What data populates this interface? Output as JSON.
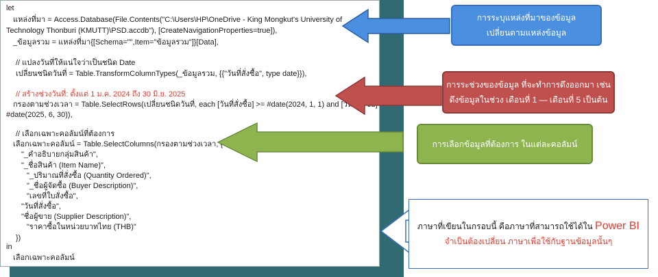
{
  "code": {
    "lines": [
      "let",
      "แหล่งที่มา = Access.Database(File.Contents(\"C:\\Users\\HP\\OneDrive - King Mongkut's University of",
      "Technology Thonburi (KMUTT)\\PSD.accdb\"), [CreateNavigationProperties=true]),",
      "_ข้อมูลรวม = แหล่งที่มา{[Schema=\"\",Item=\"ข้อมูลรวม\"]}[Data],",
      "// แปลงวันที่ให้แน่ใจว่าเป็นชนิด Date",
      "เปลี่ยนชนิดวันที่ = Table.TransformColumnTypes(_ข้อมูลรวม, {{\"วันที่สั่งซื้อ\", type date}}),",
      "// สร้างช่วงวันที่: ตั้งแต่ 1 ม.ค. 2024 ถึง 30 มิ.ย. 2025",
      "กรองตามช่วงเวลา = Table.SelectRows(เปลี่ยนชนิดวันที่, each [วันที่สั่งซื้อ] >= #date(2024, 1, 1) and [วันที่สั่งซื้อ] <=",
      "#date(2025, 6, 30)),",
      "// เลือกเฉพาะคอลัมน์ที่ต้องการ",
      "เลือกเฉพาะคอลัมน์ = Table.SelectColumns(กรองตามช่วงเวลา, {",
      "\"_คำอธิบายกลุ่มสินค้า\",",
      "\"_ชื่อสินค้า (Item Name)\",",
      "\"_ปริมาณที่สั่งซื้อ (Quantity Ordered)\",",
      "\"_ชื่อผู้จัดซื้อ (Buyer Description)\",",
      "\"เลขที่ใบสั่งซื้อ\",",
      "\"วันที่สั่งซื้อ\",",
      "\"ชื่อผู้ขาย (Supplier Description)\",",
      "\"ราคาซื้อในหน่วยบาทไทย (THB)\"",
      "})",
      "in",
      "เลือกเฉพาะคอลัมน์"
    ]
  },
  "annotations": {
    "blue": [
      "การระบุแหล่งที่มาของข้อมูล",
      "เปลี่ยนตามแหล่งข้อมูล"
    ],
    "red": [
      "การระช่วงของข้อมูล ที่จะทำการดึงออกมา เช่น",
      "ดึงข้อมูลในช่วง เดือนที่ 1 — เดือนที่ 5 เป็นต้น"
    ],
    "green": "การเลือกข้อมูลที่ต้องการ ในแต่ละคอลัมน์",
    "note_line1": "ภาษาที่เขียนในกรอบนี้ คือภาษาที่สามารถใช้ได้ใน",
    "note_power_bi": "Power BI",
    "note_line2": "จำเป็นต้องเปลี่ยน ภาษาเพื่อใช้กับฐานข้อมูลนั้นๆ"
  },
  "colors": {
    "arrow_blue": "#4a8fe0",
    "arrow_red": "#c0504d",
    "arrow_green": "#8db44e",
    "accent_red": "#e23b2e"
  }
}
